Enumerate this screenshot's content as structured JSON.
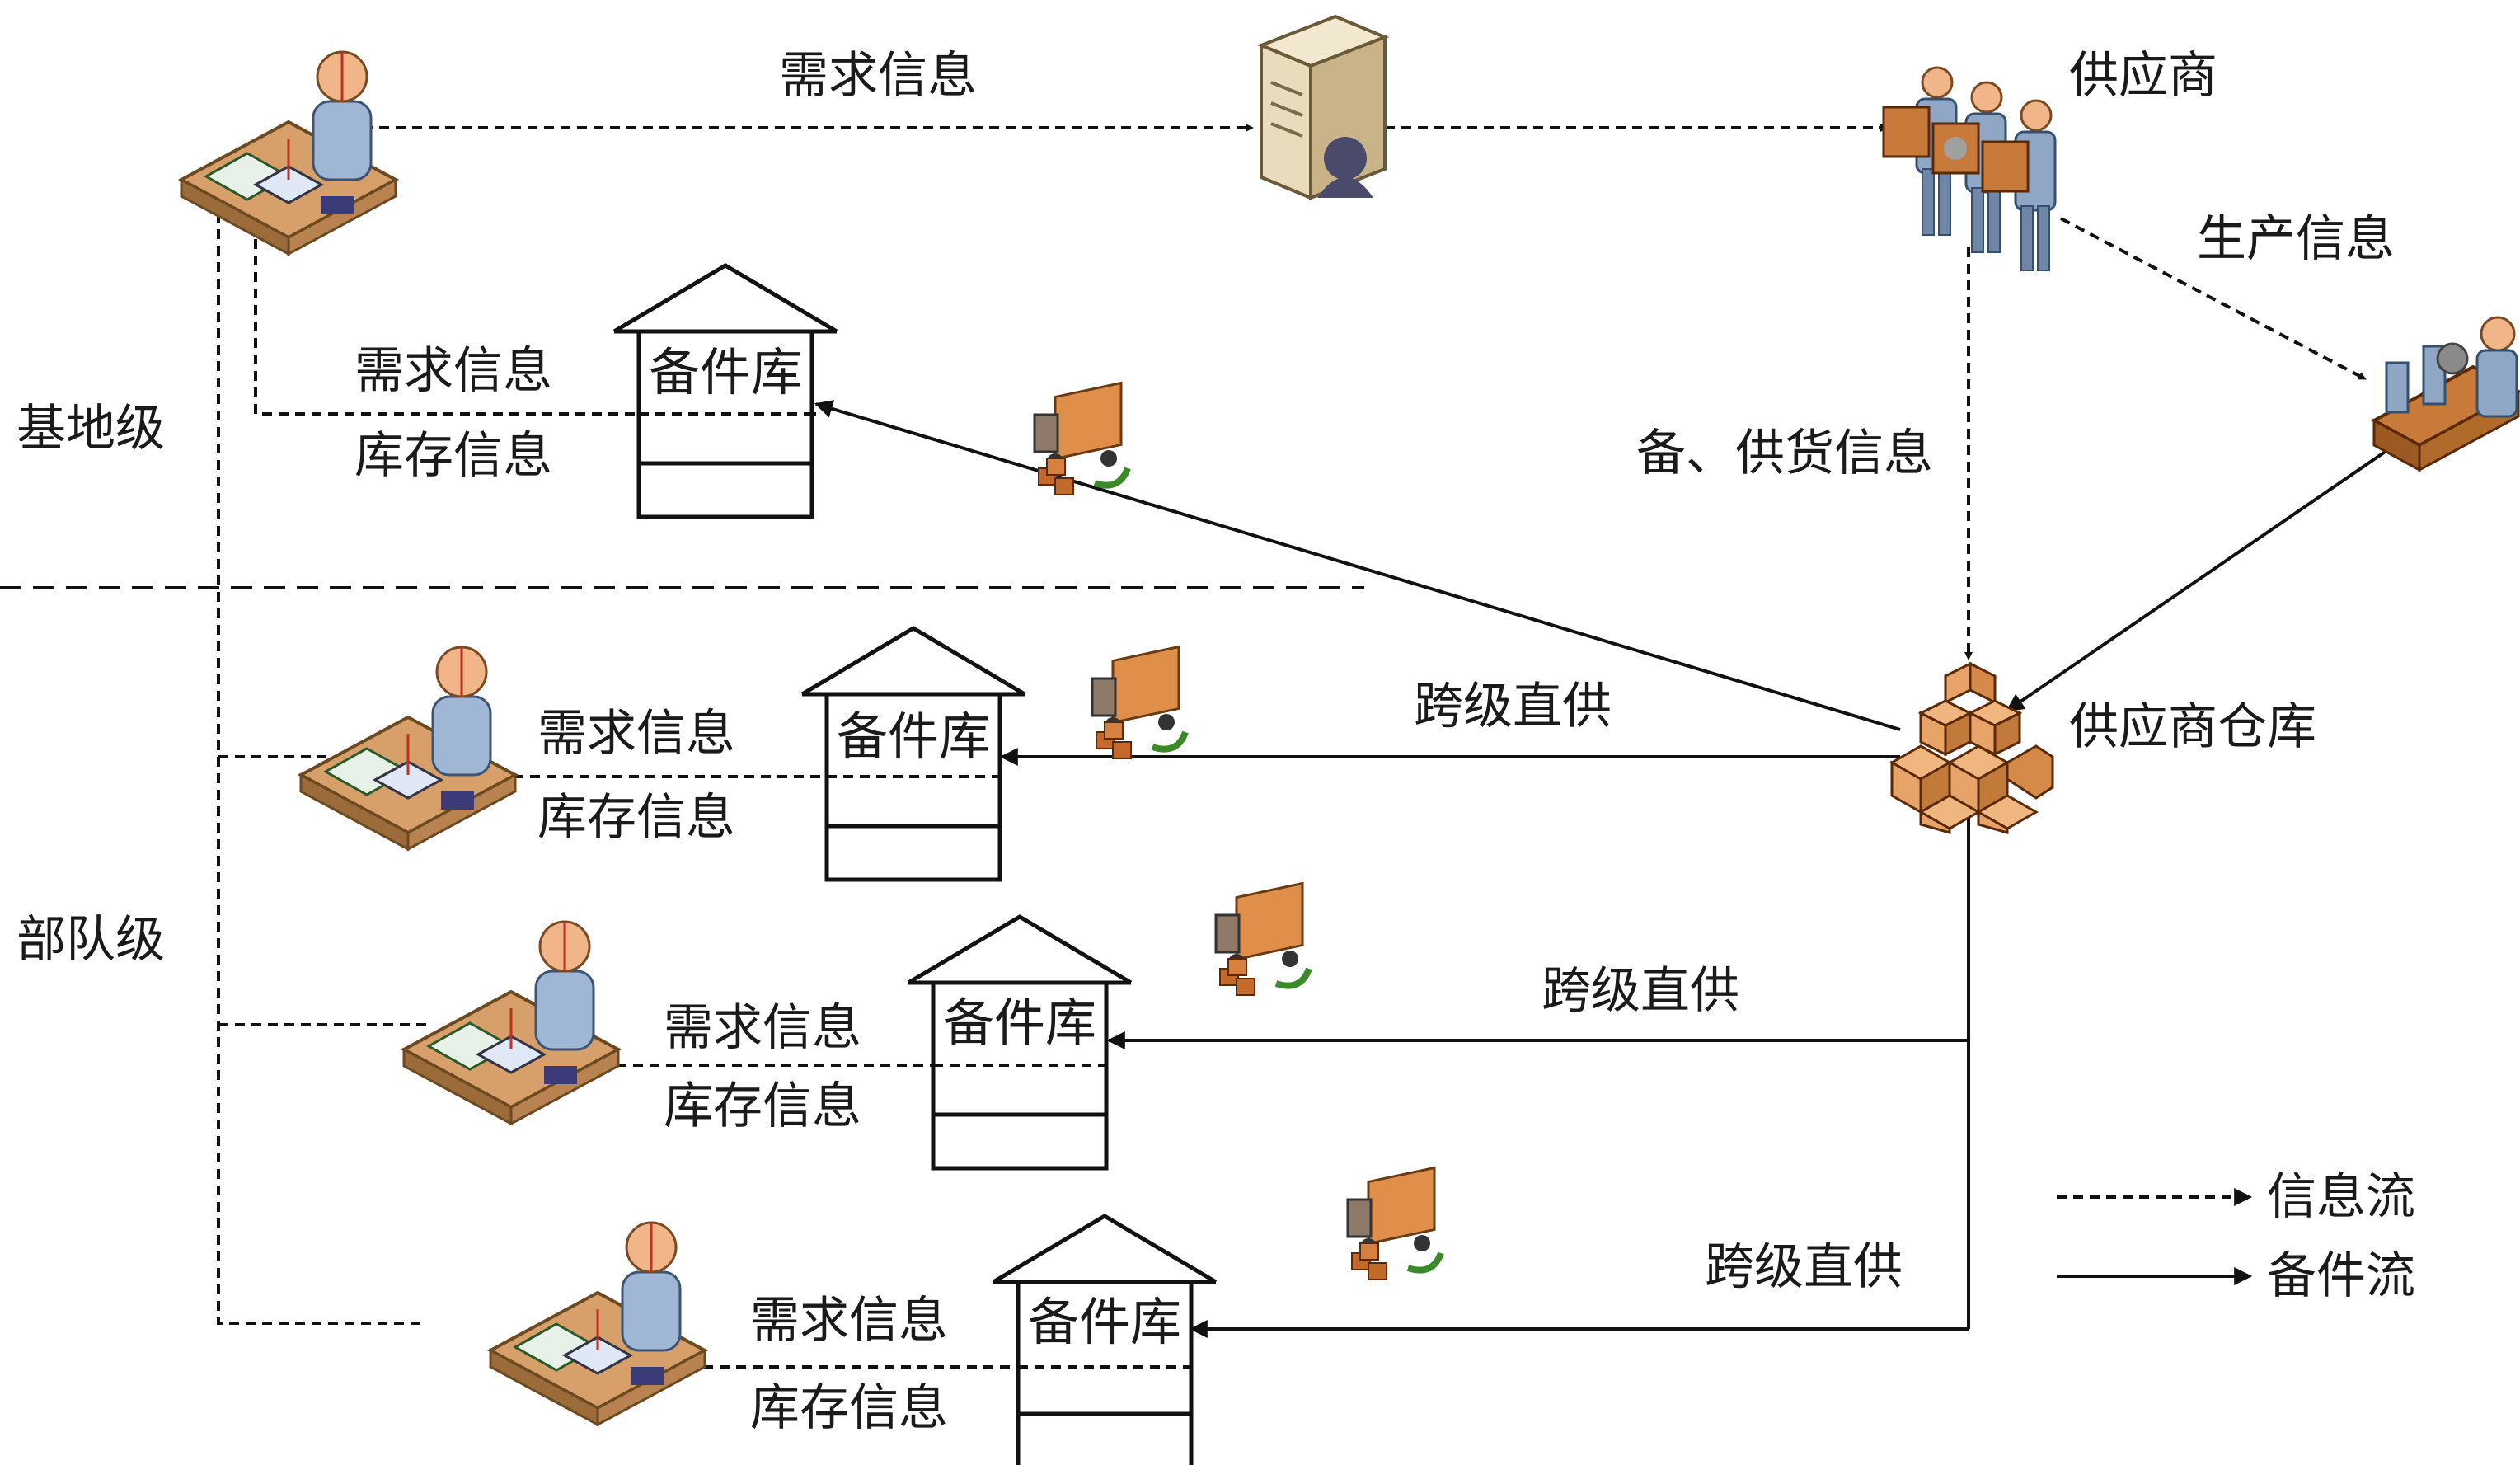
{
  "levels": {
    "base": "基地级",
    "unit": "部队级"
  },
  "info_flow": {
    "demand": "需求信息",
    "inventory": "库存信息",
    "production": "生产信息",
    "supply_info": "备、供货信息"
  },
  "nodes": {
    "supplier": "供应商",
    "supplier_warehouse": "供应商仓库",
    "warehouse": "备件库"
  },
  "flows": {
    "direct_supply": "跨级直供"
  },
  "legend": {
    "info": "信息流",
    "parts": "备件流"
  },
  "icons": {
    "server": "server-icon",
    "operator": "operator-at-desk-icon",
    "suppliers": "supplier-workers-icon",
    "factory": "production-line-icon",
    "boxes": "stacked-boxes-icon",
    "truck": "delivery-truck-icon"
  }
}
